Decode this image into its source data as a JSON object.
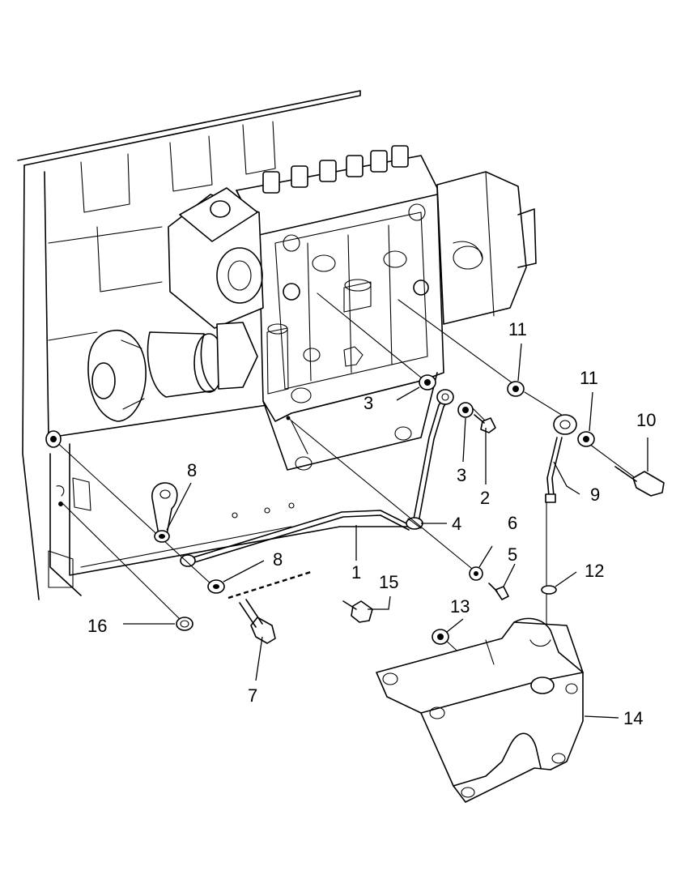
{
  "callouts": [
    {
      "id": "c1",
      "text": "1"
    },
    {
      "id": "c2",
      "text": "2"
    },
    {
      "id": "c3a",
      "text": "3"
    },
    {
      "id": "c3b",
      "text": "3"
    },
    {
      "id": "c4",
      "text": "4"
    },
    {
      "id": "c5",
      "text": "5"
    },
    {
      "id": "c6",
      "text": "6"
    },
    {
      "id": "c7",
      "text": "7"
    },
    {
      "id": "c8a",
      "text": "8"
    },
    {
      "id": "c8b",
      "text": "8"
    },
    {
      "id": "c9",
      "text": "9"
    },
    {
      "id": "c10",
      "text": "10"
    },
    {
      "id": "c11a",
      "text": "11"
    },
    {
      "id": "c11b",
      "text": "11"
    },
    {
      "id": "c12",
      "text": "12"
    },
    {
      "id": "c13",
      "text": "13"
    },
    {
      "id": "c14",
      "text": "14"
    },
    {
      "id": "c15",
      "text": "15"
    },
    {
      "id": "c16",
      "text": "16"
    }
  ],
  "colors": {
    "line": "#000000",
    "background": "#ffffff"
  }
}
